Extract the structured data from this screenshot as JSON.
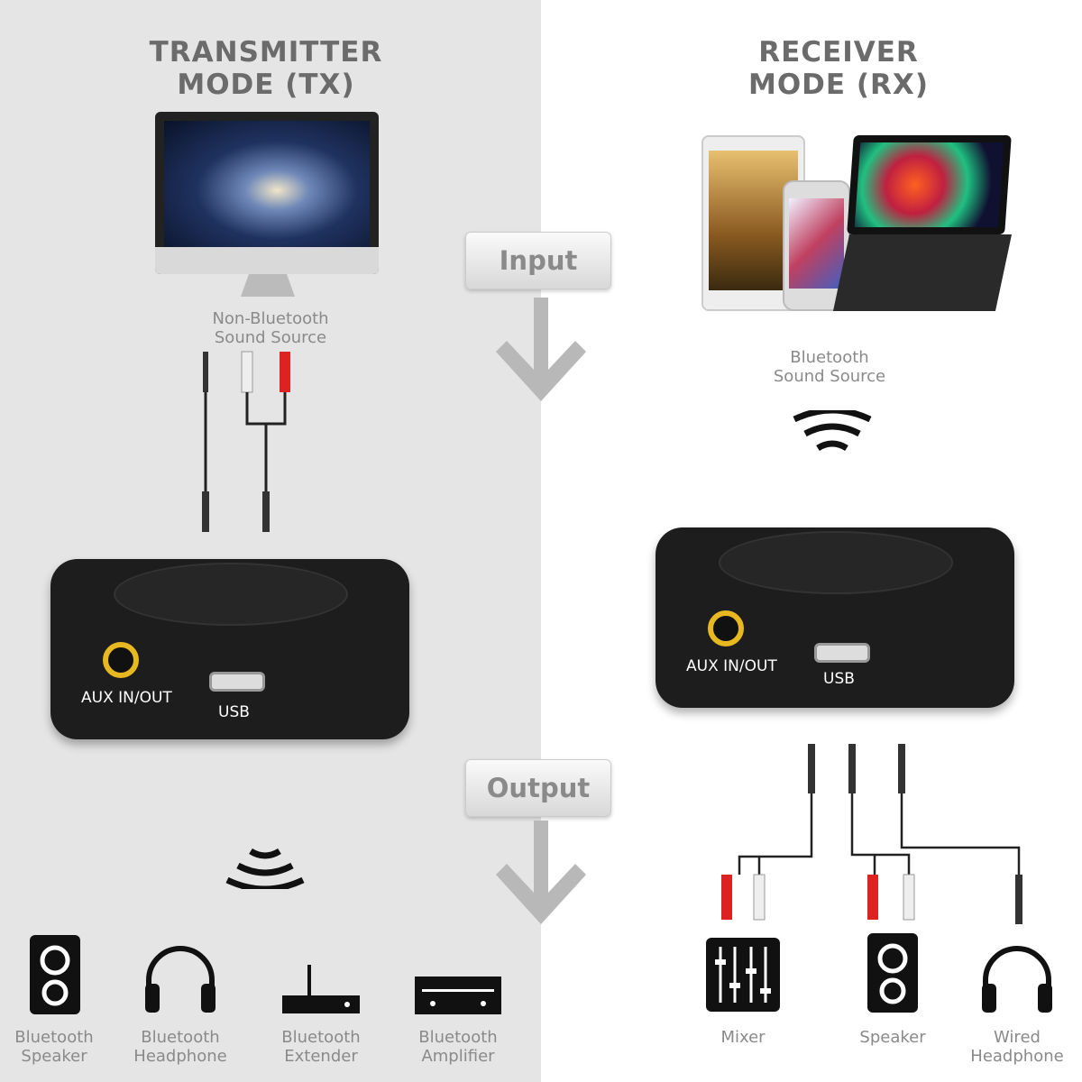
{
  "transmitter": {
    "title_line1": "TRANSMITTER",
    "title_line2": "MODE (TX)",
    "source_line1": "Non-Bluetooth",
    "source_line2": "Sound Source",
    "device": {
      "aux_label": "AUX IN/OUT",
      "usb_label": "USB"
    },
    "outputs": [
      {
        "l1": "Bluetooth",
        "l2": "Speaker",
        "icon": "speaker-icon"
      },
      {
        "l1": "Bluetooth",
        "l2": "Headphone",
        "icon": "headphone-icon"
      },
      {
        "l1": "Bluetooth",
        "l2": "Extender",
        "icon": "extender-icon"
      },
      {
        "l1": "Bluetooth",
        "l2": "Amplifier",
        "icon": "amplifier-icon"
      }
    ]
  },
  "receiver": {
    "title_line1": "RECEIVER",
    "title_line2": "MODE (RX)",
    "source_line1": "Bluetooth",
    "source_line2": "Sound Source",
    "device": {
      "aux_label": "AUX IN/OUT",
      "usb_label": "USB"
    },
    "outputs": [
      {
        "l1": "Mixer",
        "icon": "mixer-icon"
      },
      {
        "l1": "Speaker",
        "icon": "speaker-icon"
      },
      {
        "l1": "Wired",
        "l2": "Headphone",
        "icon": "headphone-icon"
      }
    ]
  },
  "flow": {
    "input_label": "Input",
    "output_label": "Output"
  },
  "colors": {
    "left_bg": "#e5e5e5",
    "right_bg": "#ffffff",
    "jack_ring": "#e7b820",
    "text_gray": "#6b6b6b"
  }
}
